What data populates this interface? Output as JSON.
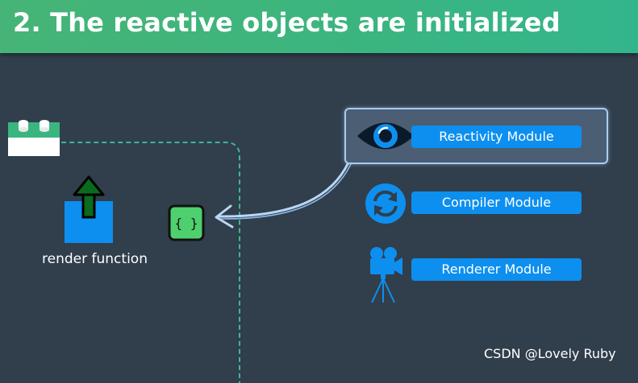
{
  "title": "2. The reactive objects are initialized",
  "component": {
    "render_label": "render function",
    "object_glyph": "{ }"
  },
  "modules": [
    {
      "label": "Reactivity Module",
      "icon": "eye-icon",
      "highlighted": true
    },
    {
      "label": "Compiler Module",
      "icon": "refresh-icon",
      "highlighted": false
    },
    {
      "label": "Renderer Module",
      "icon": "video-camera-icon",
      "highlighted": false
    }
  ],
  "watermark": "CSDN @Lovely Ruby",
  "colors": {
    "background": "#313e4c",
    "title_green": "#46b476",
    "module_blue": "#0d8fef",
    "dashed_border": "#3bb894",
    "reactive_object_green": "#4dd06d"
  }
}
